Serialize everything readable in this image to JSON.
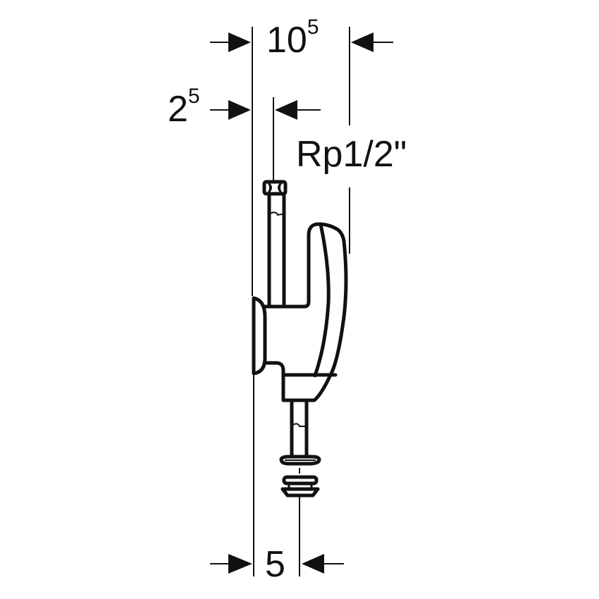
{
  "diagram": {
    "type": "technical-dimension-drawing",
    "subject": "wall-mounted valve connector with pipe and nut",
    "line_color": "#111111",
    "background": "#ffffff"
  },
  "dimensions": {
    "top_width": {
      "base": "10",
      "sup": "5"
    },
    "offset": {
      "base": "2",
      "sup": "5"
    },
    "bottom_width": {
      "base": "5",
      "sup": ""
    }
  },
  "labels": {
    "thread": "Rp1/2\""
  }
}
